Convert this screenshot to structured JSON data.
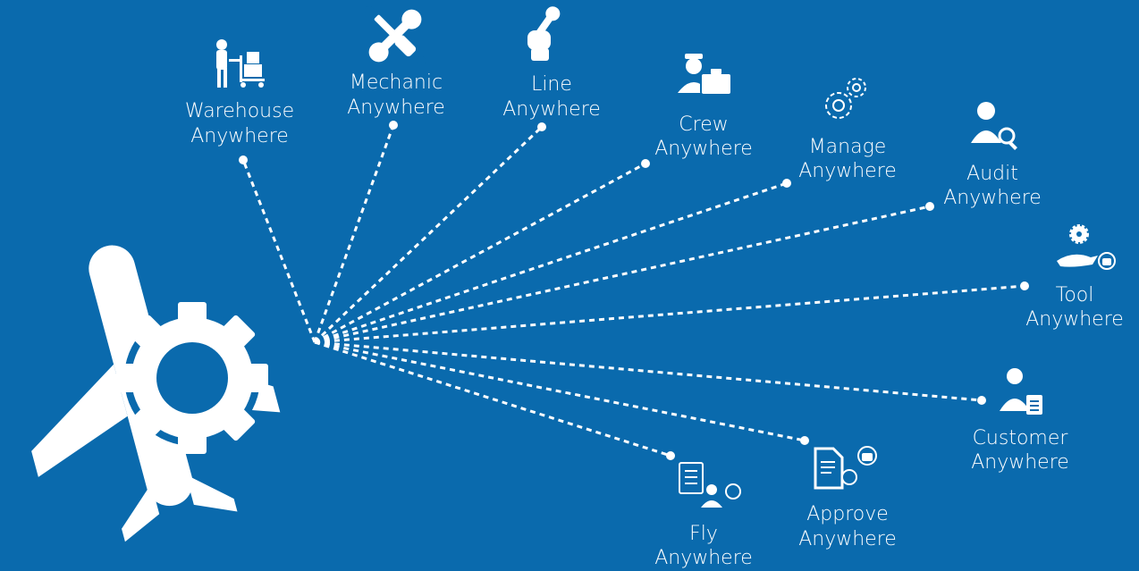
{
  "colors": {
    "background": "#0a6aad",
    "foreground": "#ffffff"
  },
  "hub": {
    "icon": "airplane-gear-icon"
  },
  "nodes": [
    {
      "id": "warehouse",
      "line1": "Warehouse",
      "line2": "Anywhere",
      "icon": "warehouse-worker-icon"
    },
    {
      "id": "mechanic",
      "line1": "Mechanic",
      "line2": "Anywhere",
      "icon": "wrench-screwdriver-icon"
    },
    {
      "id": "line",
      "line1": "Line",
      "line2": "Anywhere",
      "icon": "hand-wrench-icon"
    },
    {
      "id": "crew",
      "line1": "Crew",
      "line2": "Anywhere",
      "icon": "pilot-briefcase-icon"
    },
    {
      "id": "manage",
      "line1": "Manage",
      "line2": "Anywhere",
      "icon": "gears-icon"
    },
    {
      "id": "audit",
      "line1": "Audit",
      "line2": "Anywhere",
      "icon": "person-magnifier-icon"
    },
    {
      "id": "tool",
      "line1": "Tool",
      "line2": "Anywhere",
      "icon": "hand-gear-android-icon"
    },
    {
      "id": "customer",
      "line1": "Customer",
      "line2": "Anywhere",
      "icon": "person-document-icon"
    },
    {
      "id": "approve",
      "line1": "Approve",
      "line2": "Anywhere",
      "icon": "document-check-android-icon"
    },
    {
      "id": "fly",
      "line1": "Fly",
      "line2": "Anywhere",
      "icon": "checklist-pilot-wifi-icon"
    }
  ]
}
